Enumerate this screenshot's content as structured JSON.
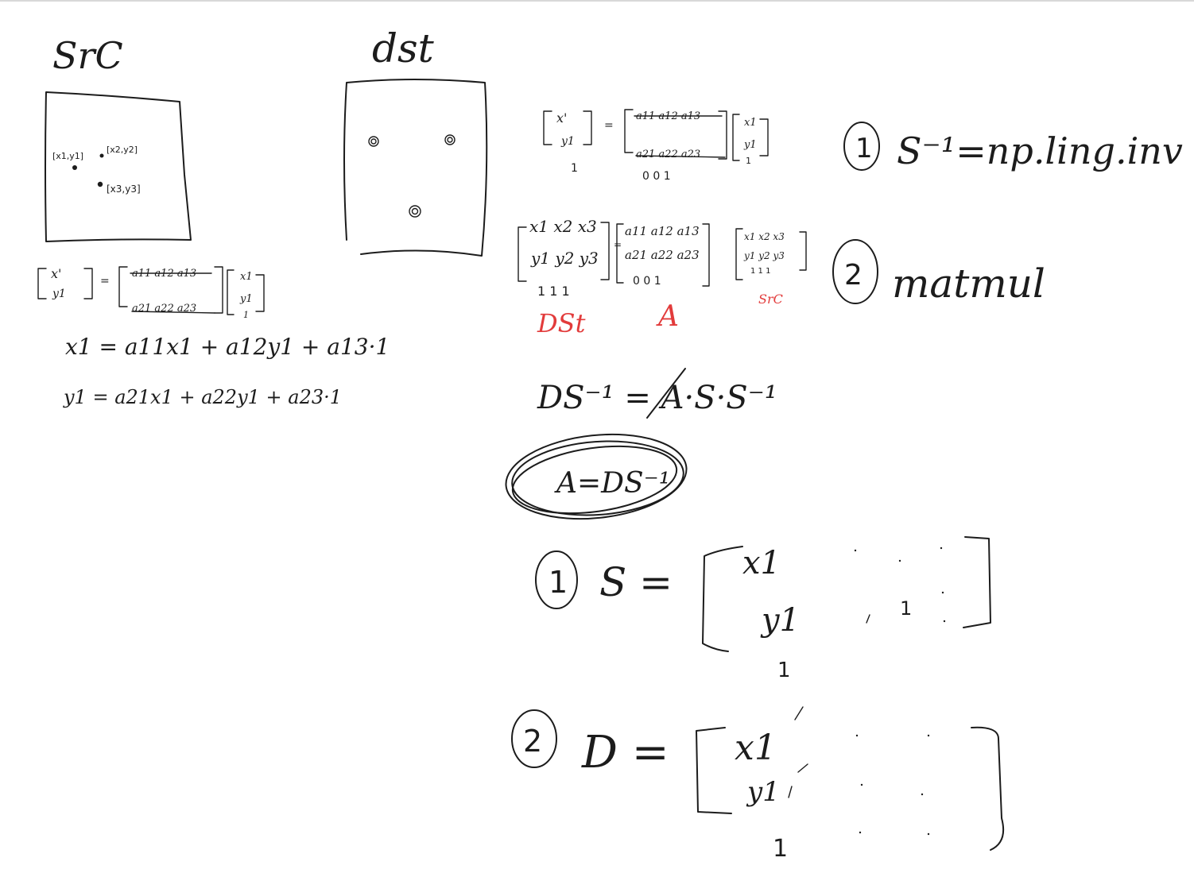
{
  "labels": {
    "src_title": "SrC",
    "dst_title": "dst",
    "src_pt1": "[x1,y1]",
    "src_pt2": "[x2,y2]",
    "src_pt3": "[x3,y3]",
    "left_lhs_x": "x'",
    "left_lhs_y": "y1",
    "left_m_row1": "a11 a12 a13",
    "left_m_row2": "a21 a22 a23",
    "left_rhs_1": "x1",
    "left_rhs_2": "y1",
    "left_rhs_3": "1",
    "eq_x": "x1 = a11x1 + a12y1 + a13·1",
    "eq_y": "y1 = a21x1 + a22y1 + a23·1",
    "top_lhs_x": "x'",
    "top_lhs_y": "y1",
    "top_lhs_1": "1",
    "top_m_row1": "a11 a12 a13",
    "top_m_row2": "a21 a22 a23",
    "top_m_row3": "0 0 1",
    "top_rhs_1": "x1",
    "top_rhs_2": "y1",
    "top_rhs_3": "1",
    "step1_label": "1",
    "step1_text": "S⁻¹=np.ling.inv",
    "dst_mat_row1": "x1 x2 x3",
    "dst_mat_row2": "y1 y2 y3",
    "dst_mat_row3": "1 1 1",
    "a_mat_row1": "a11 a12 a13",
    "a_mat_row2": "a21 a22 a23",
    "a_mat_row3": "0 0 1",
    "src_mat_row1": "x1 x2 x3",
    "src_mat_row2": "y1 y2 y3",
    "src_mat_row3": "1 1 1",
    "red_dst": "DSt",
    "red_a": "A",
    "red_src": "SrC",
    "step2_label": "2",
    "step2_text": "matmul",
    "ds_eq": "DS⁻¹ = A·S·S⁻¹",
    "boxed_eq": "A=DS⁻¹",
    "s_label": "1",
    "s_def": "S =",
    "s_mat_x": "x1",
    "s_mat_y": "y1",
    "s_mat_1": "1",
    "s_mat_mid": "1",
    "d_label": "2",
    "d_def": "D =",
    "d_mat_x": "x1",
    "d_mat_y": "y1",
    "d_mat_1": "1"
  },
  "colors": {
    "ink": "#1c1c1c",
    "red": "#e23b3b",
    "background": "#ffffff"
  }
}
